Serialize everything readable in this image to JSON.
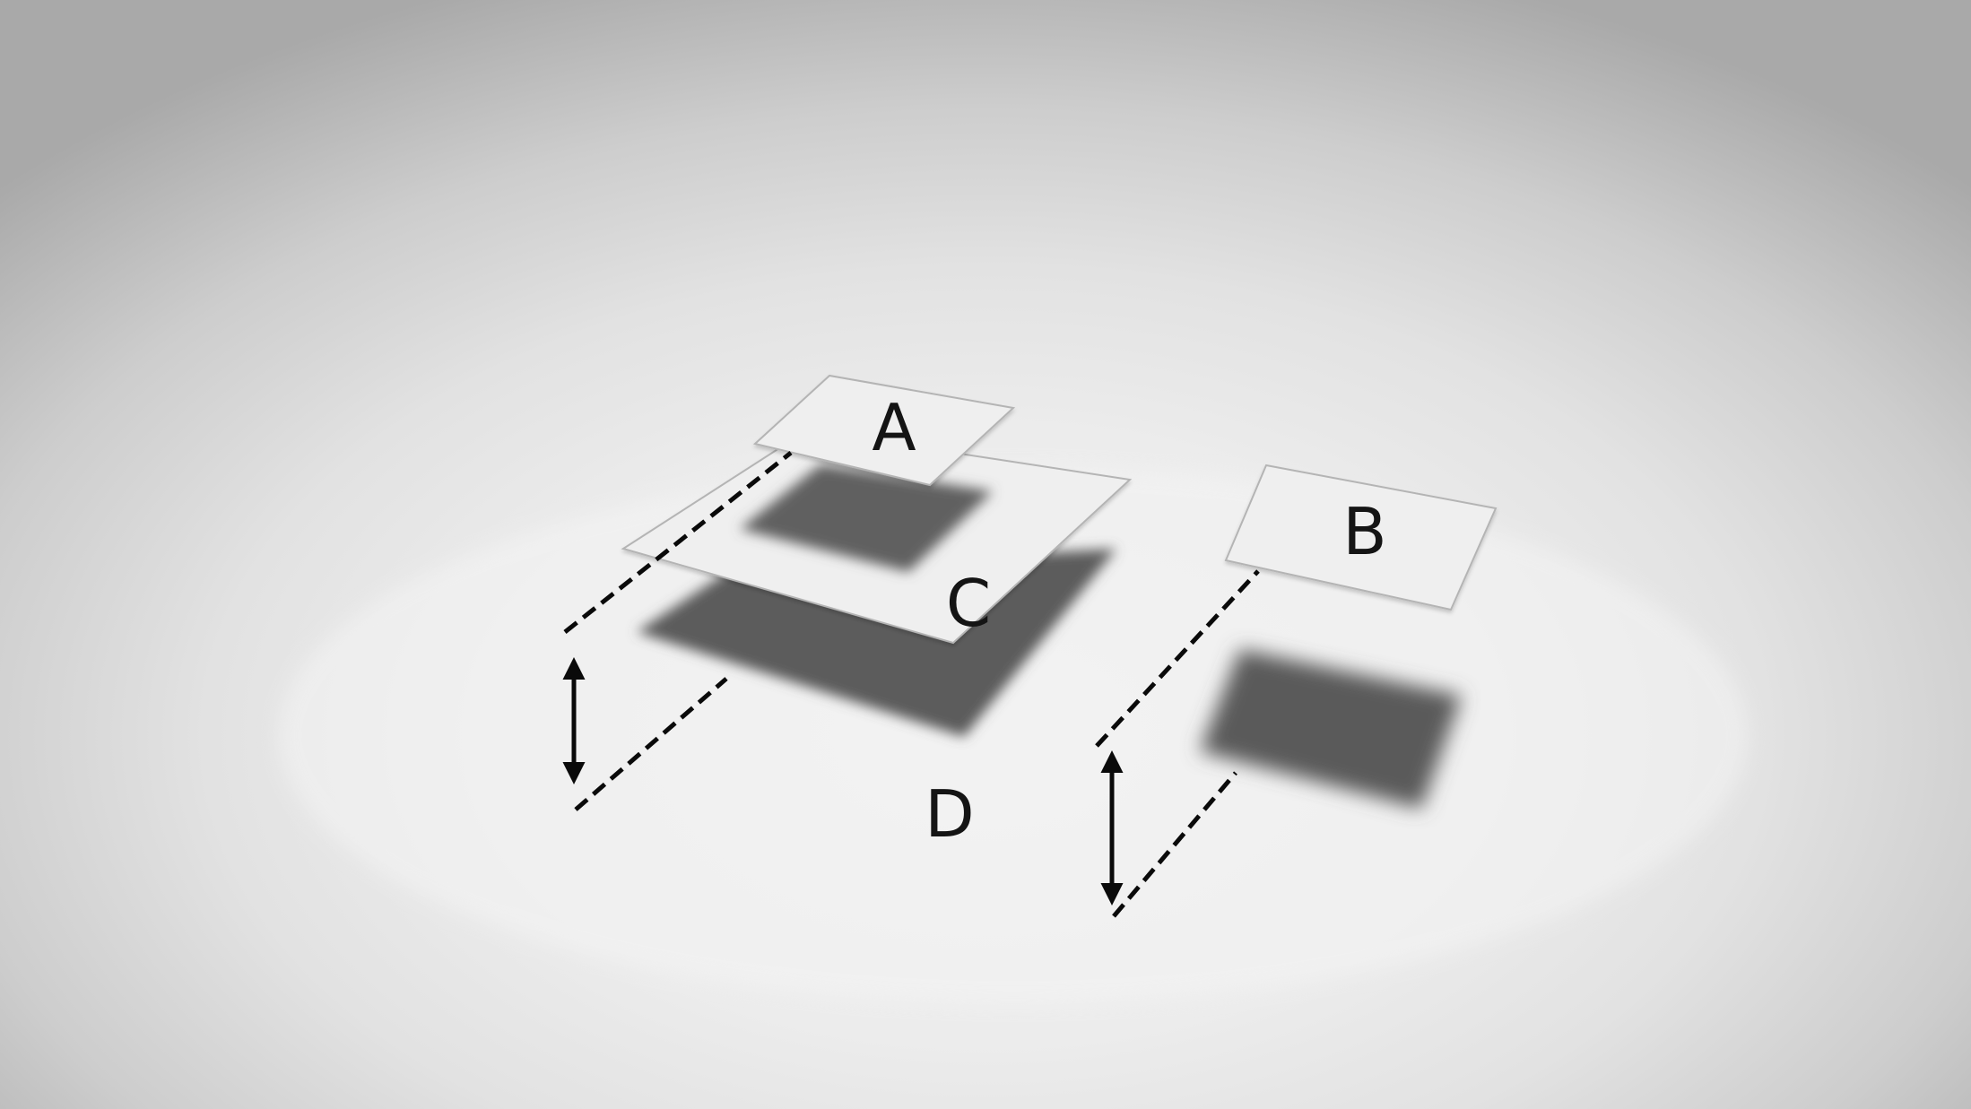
{
  "labels": {
    "a": "A",
    "b": "B",
    "c": "C",
    "d": "D"
  },
  "colors": {
    "plane_fill": "#efefef",
    "plane_edge": "#b4b4b4",
    "shadow": "#595959",
    "guide_line": "#0a0a0a",
    "background_center": "#f1f1f1",
    "background_edge": "#a9a9a9"
  }
}
